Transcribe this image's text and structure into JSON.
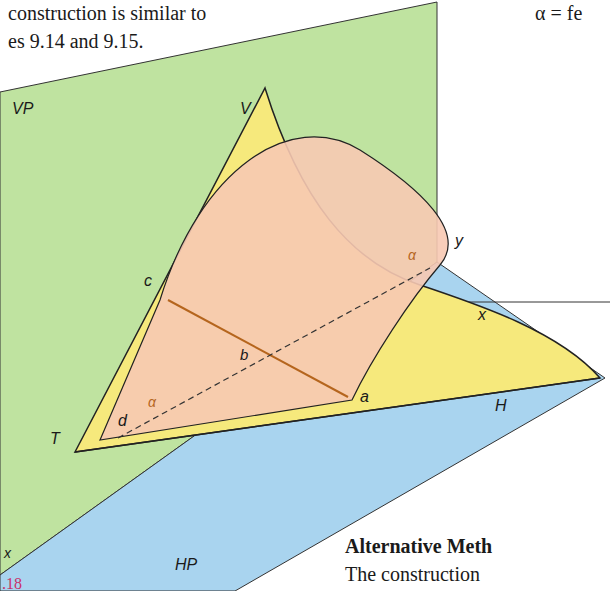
{
  "diagram": {
    "labels": [
      "construction is similar to",
      "es 9.14 and 9.15.",
      "α = fe",
      "x",
      "VP",
      "V",
      "y",
      "c",
      "α",
      "b",
      "d",
      "α",
      "a",
      "T",
      "H",
      "x",
      "HP",
      ".18",
      "Alternative Meth",
      "The construction"
    ]
  }
}
